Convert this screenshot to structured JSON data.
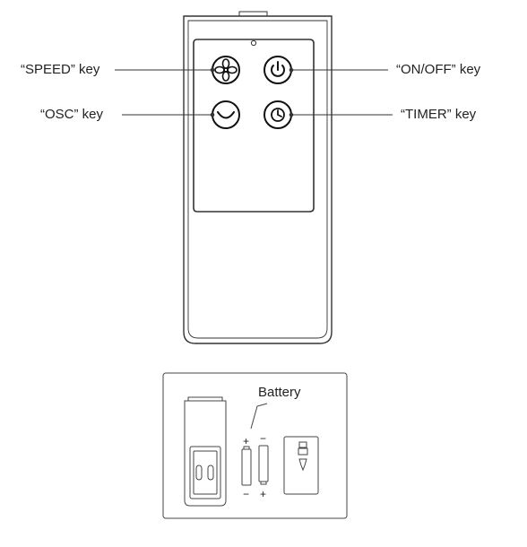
{
  "remote": {
    "keys": [
      {
        "id": "speed",
        "label": "“SPEED” key",
        "icon": "fan-icon"
      },
      {
        "id": "onoff",
        "label": "“ON/OFF” key",
        "icon": "power-icon"
      },
      {
        "id": "osc",
        "label": "“OSC” key",
        "icon": "oscillation-icon"
      },
      {
        "id": "timer",
        "label": "“TIMER” key",
        "icon": "clock-icon"
      }
    ]
  },
  "battery_panel": {
    "label": "Battery",
    "polarity": {
      "plus": "+",
      "minus": "−"
    }
  }
}
